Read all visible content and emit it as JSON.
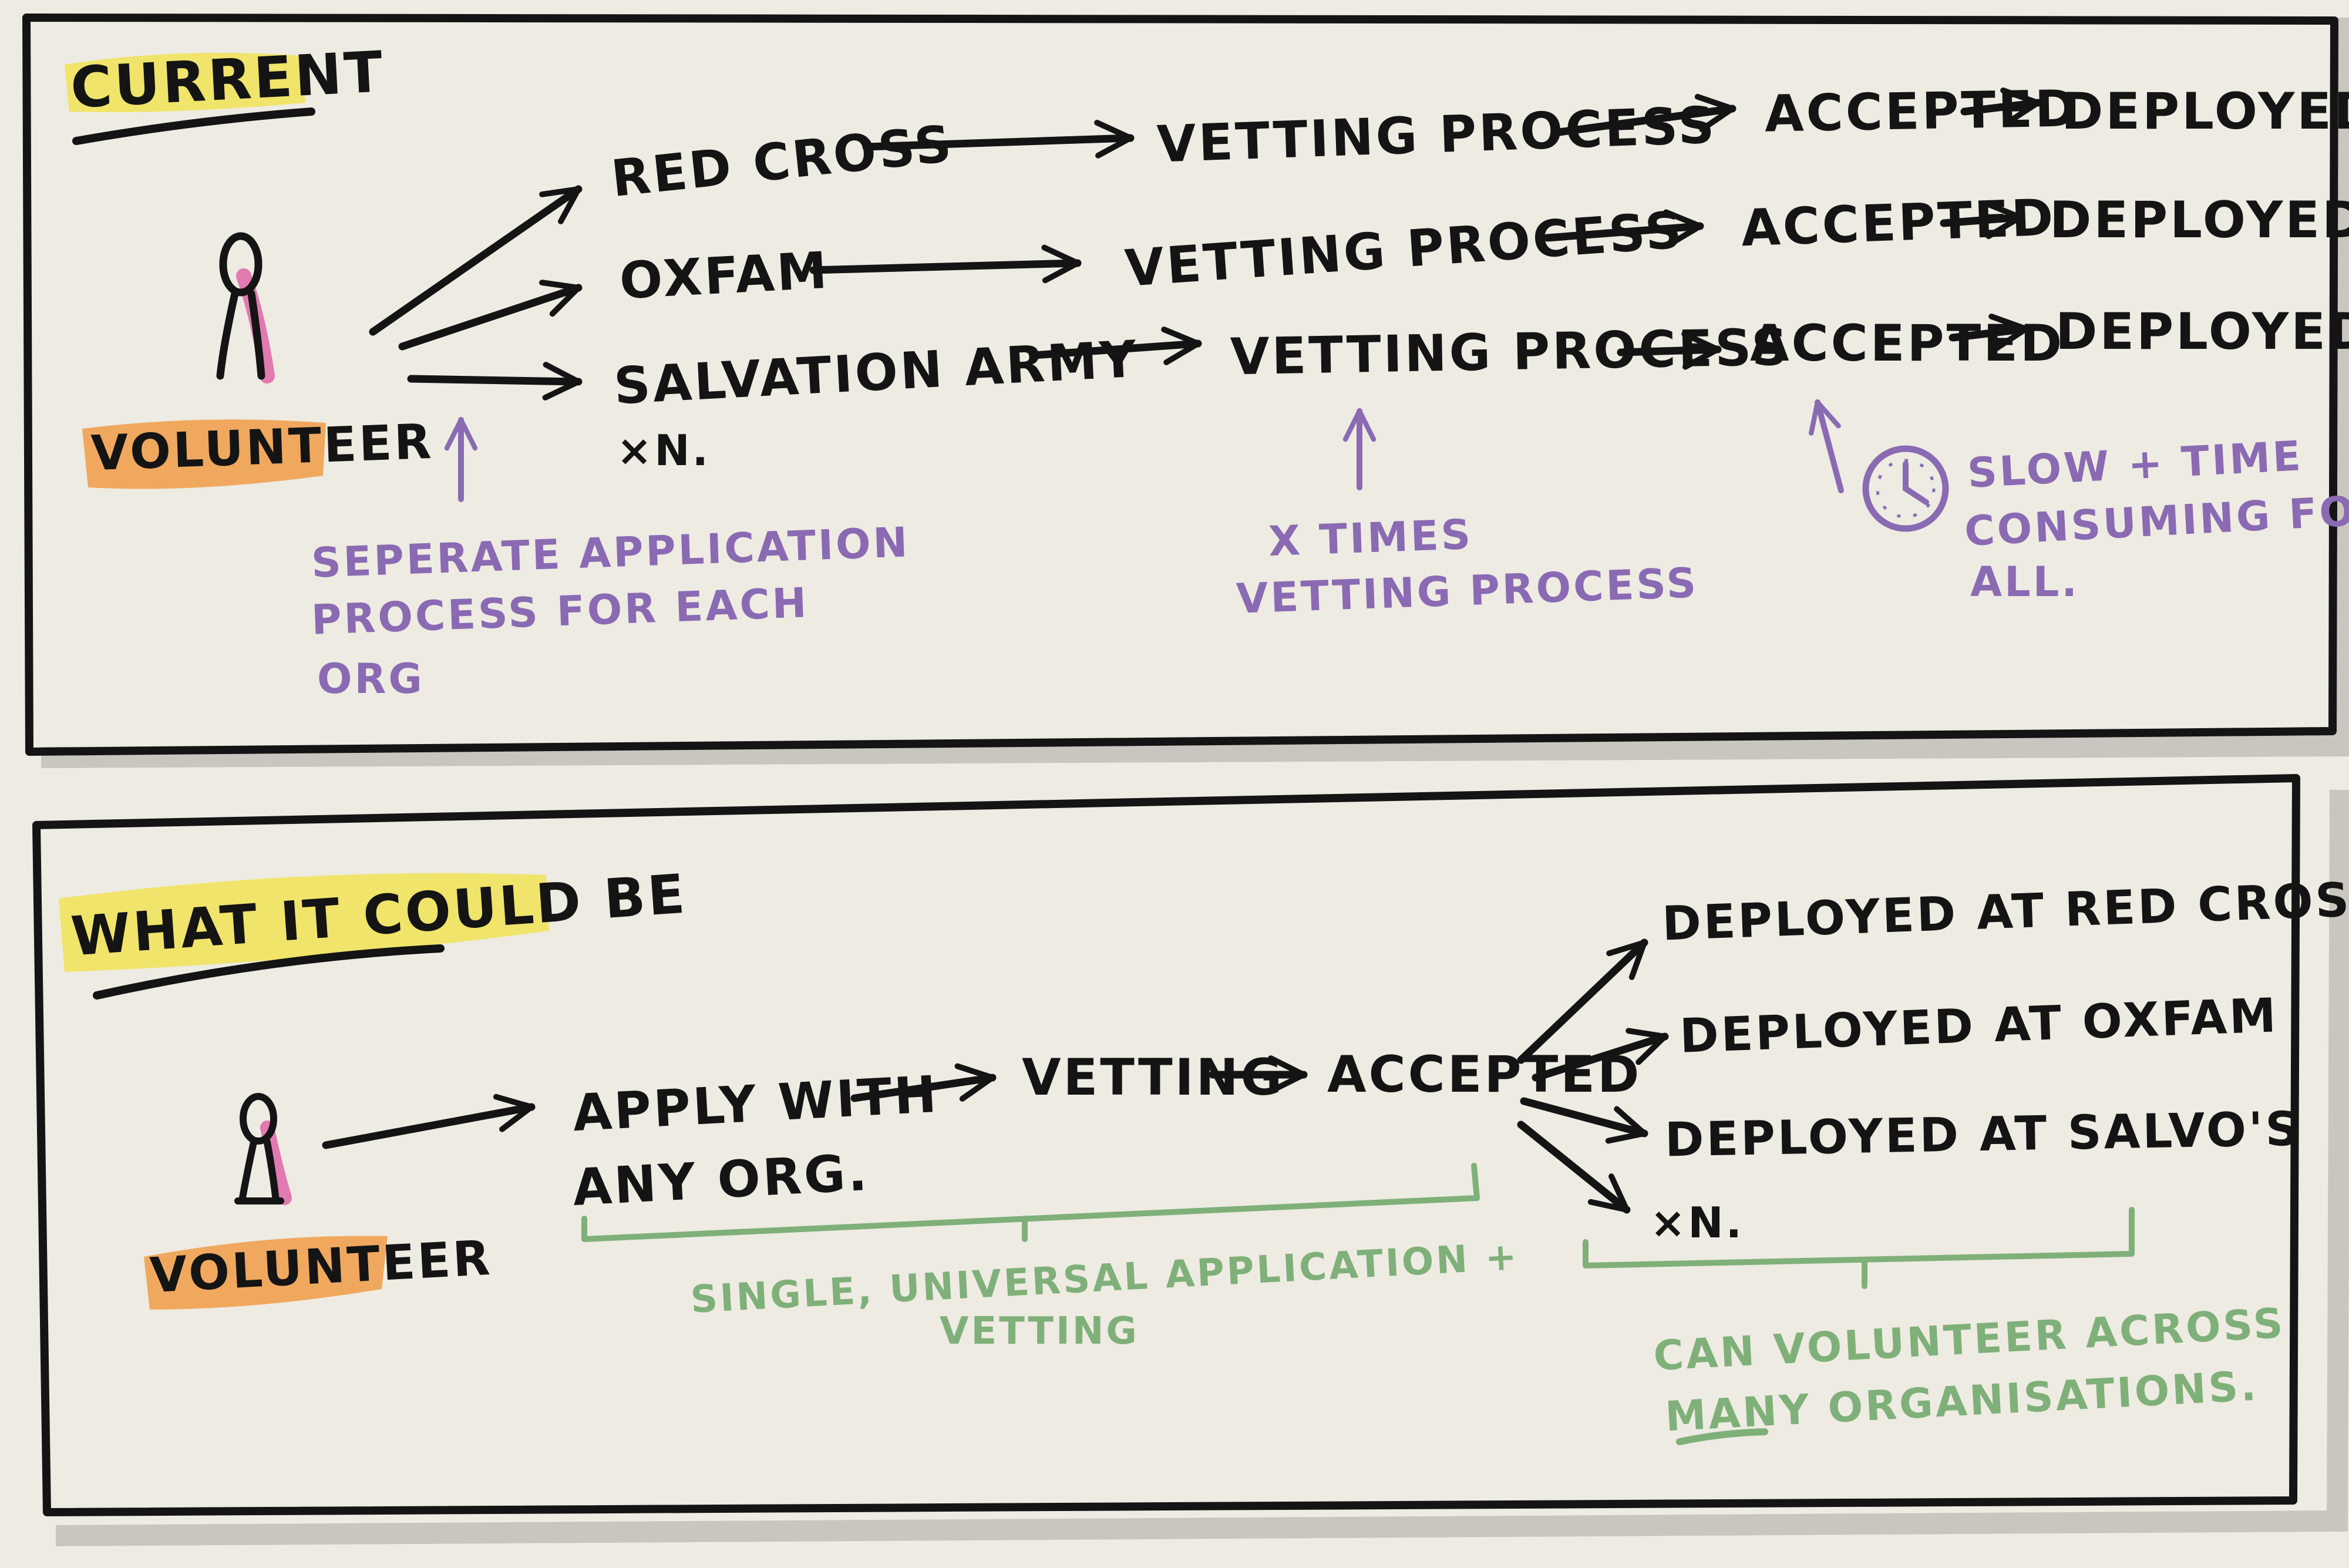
{
  "colors": {
    "background": "#eeebe3",
    "ink": "#141414",
    "purple_note": "#8a6bb3",
    "green_note": "#7fb07a",
    "yellow_highlight": "#f0e56a",
    "orange_highlight": "#f0a85e",
    "pink_shadow": "#e07ab0",
    "panel_shadow": "#c9c6bf"
  },
  "current": {
    "heading": "CURRENT",
    "volunteer_label": "VOLUNTEER",
    "rows": [
      {
        "org": "RED CROSS",
        "vetting": "VETTING PROCESS",
        "accepted": "ACCEPTED",
        "deployed": "DEPLOYED"
      },
      {
        "org": "OXFAM",
        "vetting": "VETTING PROCESS",
        "accepted": "ACCEPTED",
        "deployed": "DEPLOYED"
      },
      {
        "org": "SALVATION ARMY",
        "vetting": "VETTING PROCESS",
        "accepted": "ACCEPTED",
        "deployed": "DEPLOYED."
      }
    ],
    "times_n": "×n.",
    "note_application": [
      "SEPERATE APPLICATION",
      "PROCESS FOR EACH",
      "ORG"
    ],
    "note_vetting": [
      "X TIMES",
      "VETTING PROCESS"
    ],
    "note_slow": [
      "SLOW + TIME",
      "CONSUMING FOR",
      "ALL."
    ],
    "clock_icon": "clock-icon"
  },
  "future": {
    "heading": "WHAT IT COULD BE",
    "volunteer_label": "VOLUNTEER",
    "apply_lines": [
      "APPLY WITH",
      "ANY ORG."
    ],
    "vetting": "VETTING",
    "accepted": "ACCEPTED",
    "deployments": [
      "DEPLOYED AT RED CROSS",
      "DEPLOYED AT OXFAM",
      "DEPLOYED AT SALVO'S"
    ],
    "times_n": "×n.",
    "note_single": [
      "SINGLE, UNIVERSAL APPLICATION +",
      "VETTING"
    ],
    "note_many": [
      "CAN VOLUNTEER ACROSS",
      "MANY ORGANISATIONS."
    ]
  }
}
